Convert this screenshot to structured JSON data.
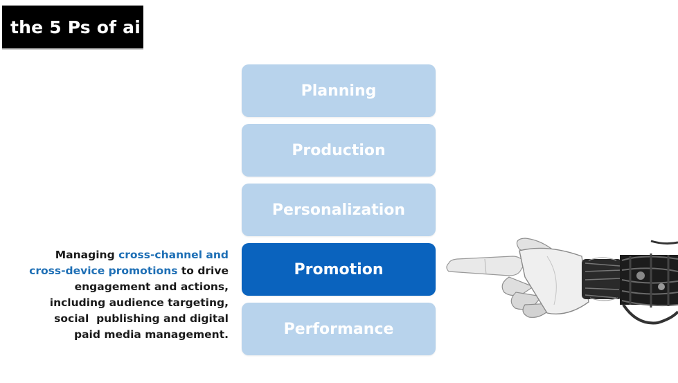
{
  "title": "the 5 Ps of ai",
  "steps": [
    {
      "label": "Planning",
      "active": false
    },
    {
      "label": "Production",
      "active": false
    },
    {
      "label": "Personalization",
      "active": false
    },
    {
      "label": "Promotion",
      "active": true
    },
    {
      "label": "Performance",
      "active": false
    }
  ],
  "description": {
    "line1_a": "Managing ",
    "line1_b": "cross-channel and",
    "line2_a": "cross-device promotions",
    "line2_b": " to drive",
    "line3": "engagement and actions,",
    "line4": "including audience targeting,",
    "line5": "social  publishing and digital",
    "line6": "paid media management."
  },
  "colors": {
    "inactive_step": "#b8d3ec",
    "active_step": "#0a63be",
    "highlight_text": "#1e6fb5",
    "title_bg": "#000000"
  },
  "image": "robot-hand-pointing"
}
